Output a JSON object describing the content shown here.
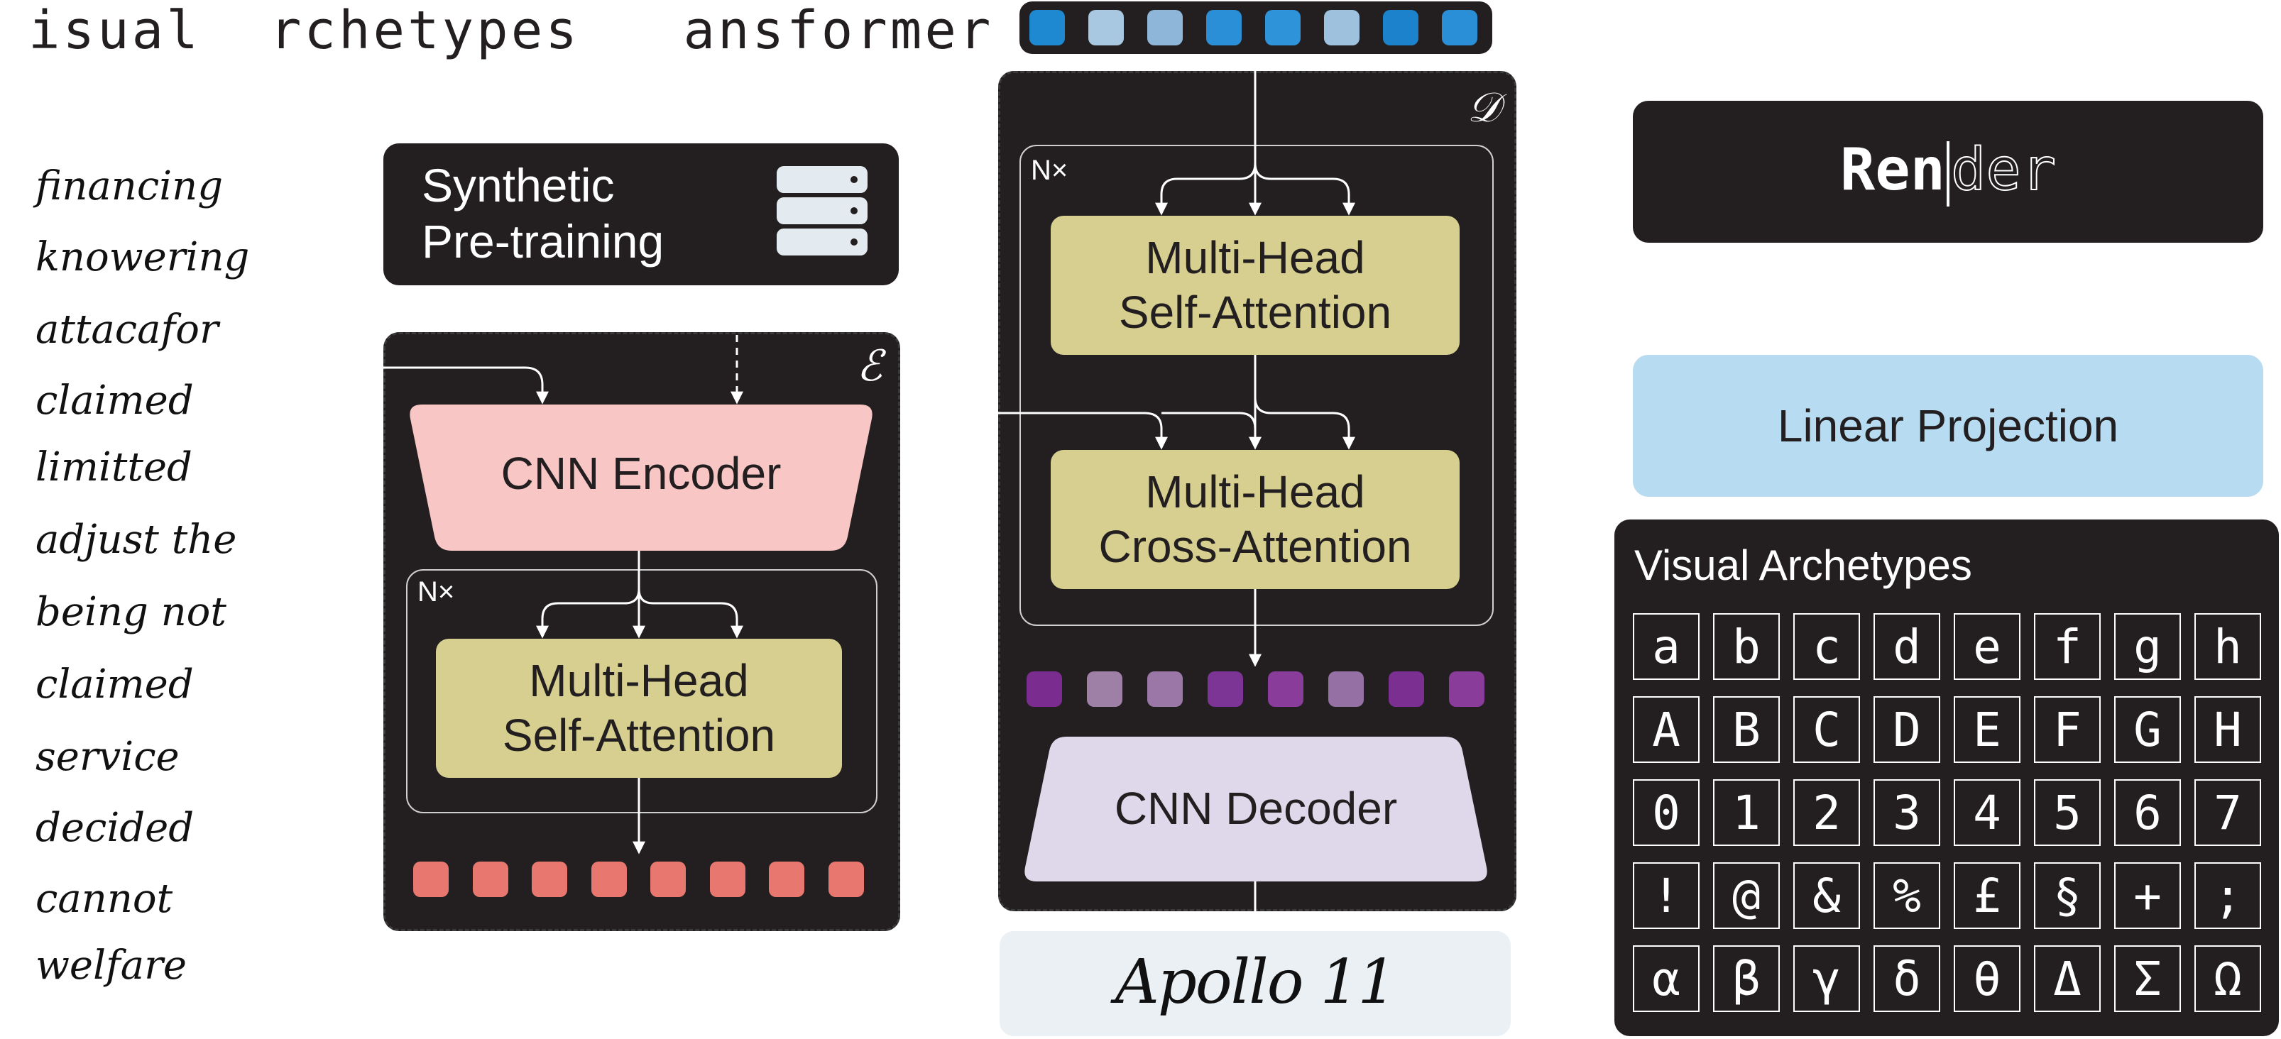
{
  "title": "isual  rchetypes   ansformer",
  "handwritten_words": [
    "financing",
    "knowering",
    "attacafor",
    "claimed",
    "limitted",
    "adjust the",
    "being not",
    "claimed",
    "service",
    "decided",
    "cannot",
    "welfare"
  ],
  "pretraining": {
    "line1": "Synthetic",
    "line2": "Pre-training",
    "icon": "database-icon"
  },
  "encoder": {
    "symbol": "ℰ",
    "cnn_label": "CNN Encoder",
    "repeat_label": "N×",
    "self_attention_line1": "Multi-Head",
    "self_attention_line2": "Self-Attention",
    "token_color": "#e8776f"
  },
  "decoder": {
    "symbol": "𝒟",
    "repeat_label": "N×",
    "self_attention_line1": "Multi-Head",
    "self_attention_line2": "Self-Attention",
    "cross_attention_line1": "Multi-Head",
    "cross_attention_line2": "Cross-Attention",
    "cnn_label": "CNN Decoder",
    "output_word": "Apollo 11",
    "query_token_colors": [
      "#1e88d0",
      "#a8c7e0",
      "#8db6d8",
      "#2a8fd6",
      "#2e93d8",
      "#9ec2dd",
      "#1d82cc",
      "#2a8fd6"
    ],
    "output_token_colors": [
      "#7a2d8f",
      "#9e7fa6",
      "#9b77a8",
      "#7c3595",
      "#8a3c9b",
      "#9470a4",
      "#7b2f91",
      "#8a3c9b"
    ]
  },
  "render": {
    "text_bold": "Ren",
    "text_outline": "der"
  },
  "linear_projection": "Linear Projection",
  "archetypes": {
    "title": "Visual Archetypes",
    "rows": [
      [
        "a",
        "b",
        "c",
        "d",
        "e",
        "f",
        "g",
        "h"
      ],
      [
        "A",
        "B",
        "C",
        "D",
        "E",
        "F",
        "G",
        "H"
      ],
      [
        "0",
        "1",
        "2",
        "3",
        "4",
        "5",
        "6",
        "7"
      ],
      [
        "!",
        "@",
        "&",
        "%",
        "£",
        "§",
        "+",
        ";"
      ],
      [
        "α",
        "β",
        "γ",
        "δ",
        "θ",
        "Δ",
        "Σ",
        "Ω"
      ]
    ]
  },
  "colors": {
    "dark": "#231f20",
    "cnn_encoder": "#f8c6c5",
    "attention": "#d6cf8f",
    "cnn_decoder": "#ded8ea",
    "projection": "#b7dbf0"
  }
}
